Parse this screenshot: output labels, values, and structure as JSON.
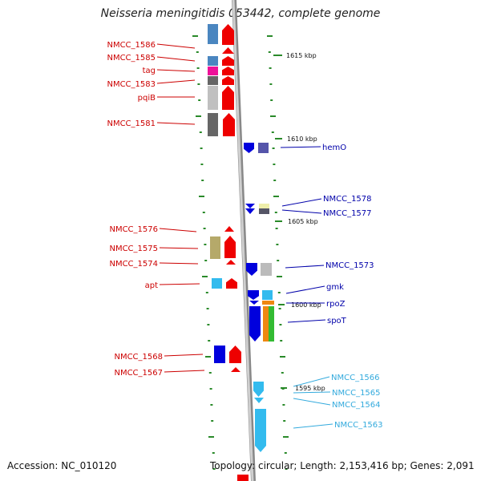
{
  "title": "Neisseria meningitidis 053442, complete genome",
  "footer": {
    "accession": "Accession: NC_010120",
    "summary": "Topology: circular; Length: 2,153,416 bp; Genes: 2,091"
  },
  "scale_labels": [
    "1615 kbp",
    "1610 kbp",
    "1605 kbp",
    "1600 kbp",
    "1595 kbp"
  ],
  "left_genes": [
    {
      "name": "NMCC_1586",
      "color": "#cc0000"
    },
    {
      "name": "NMCC_1585",
      "color": "#cc0000"
    },
    {
      "name": "tag",
      "color": "#cc0000"
    },
    {
      "name": "NMCC_1583",
      "color": "#cc0000"
    },
    {
      "name": "pqiB",
      "color": "#cc0000"
    },
    {
      "name": "NMCC_1581",
      "color": "#cc0000"
    },
    {
      "name": "NMCC_1576",
      "color": "#cc0000"
    },
    {
      "name": "NMCC_1575",
      "color": "#cc0000"
    },
    {
      "name": "NMCC_1574",
      "color": "#cc0000"
    },
    {
      "name": "apt",
      "color": "#cc0000"
    },
    {
      "name": "NMCC_1568",
      "color": "#cc0000"
    },
    {
      "name": "NMCC_1567",
      "color": "#cc0000"
    }
  ],
  "right_genes": [
    {
      "name": "hemO",
      "color": "#0000aa"
    },
    {
      "name": "NMCC_1578",
      "color": "#0000aa"
    },
    {
      "name": "NMCC_1577",
      "color": "#0000aa"
    },
    {
      "name": "NMCC_1573",
      "color": "#0000aa"
    },
    {
      "name": "gmk",
      "color": "#0000aa"
    },
    {
      "name": "rpoZ",
      "color": "#0000aa"
    },
    {
      "name": "spoT",
      "color": "#0000aa"
    },
    {
      "name": "NMCC_1566",
      "color": "#33aadd"
    },
    {
      "name": "NMCC_1565",
      "color": "#33aadd"
    },
    {
      "name": "NMCC_1564",
      "color": "#33aadd"
    },
    {
      "name": "NMCC_1563",
      "color": "#33aadd"
    }
  ]
}
